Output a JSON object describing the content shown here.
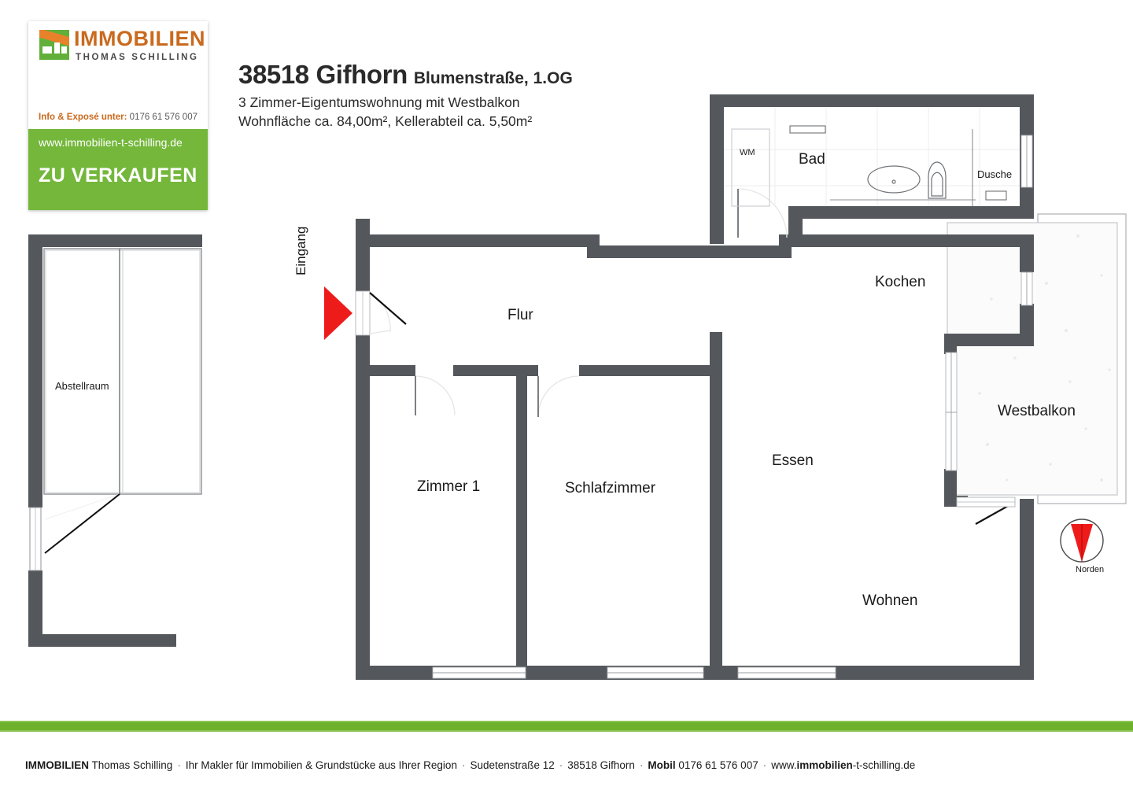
{
  "logo": {
    "brand": "IMMOBILIEN",
    "name": "THOMAS SCHILLING",
    "info_label": "Info & Exposé unter:",
    "info_phone": "0176 61 576 007",
    "url": "www.immobilien-t-schilling.de",
    "banner": "ZU VERKAUFEN",
    "colors": {
      "green": "#74b73b",
      "orange": "#c96a1e",
      "mark_green": "#62b03a"
    }
  },
  "title": {
    "city": "38518 Gifhorn",
    "street": "Blumenstraße, 1.OG",
    "line2": "3 Zimmer-Eigentumswohnung mit Westbalkon",
    "line3": "Wohnfläche ca. 84,00m², Kellerabteil ca. 5,50m²"
  },
  "basement_plan": {
    "room_label": "Abstellraum"
  },
  "main_plan": {
    "entrance_label": "Eingang",
    "rooms": [
      {
        "key": "wm",
        "label": "WM"
      },
      {
        "key": "bad",
        "label": "Bad"
      },
      {
        "key": "dusche",
        "label": "Dusche"
      },
      {
        "key": "kochen",
        "label": "Kochen"
      },
      {
        "key": "flur",
        "label": "Flur"
      },
      {
        "key": "westbalkon",
        "label": "Westbalkon"
      },
      {
        "key": "essen",
        "label": "Essen"
      },
      {
        "key": "zimmer1",
        "label": "Zimmer 1"
      },
      {
        "key": "schlafzimmer",
        "label": "Schlafzimmer"
      },
      {
        "key": "wohnen",
        "label": "Wohnen"
      }
    ],
    "wall_color": "#54585c",
    "accent_red": "#ee1b1b"
  },
  "compass": {
    "label": "Norden",
    "needle_color": "#ee1b1b"
  },
  "footer": {
    "brand": "IMMOBILIEN",
    "name": " Thomas Schilling",
    "tagline": "Ihr Makler für Immobilien & Grundstücke aus Ihrer Region",
    "address": "Sudetenstraße 12",
    "city": "38518 Gifhorn",
    "mobil_label": "Mobil",
    "mobil_number": "0176 61 576 007",
    "url_prefix": "www.",
    "url_bold": "immobilien",
    "url_suffix": "-t-schilling.de",
    "separator": "·"
  }
}
